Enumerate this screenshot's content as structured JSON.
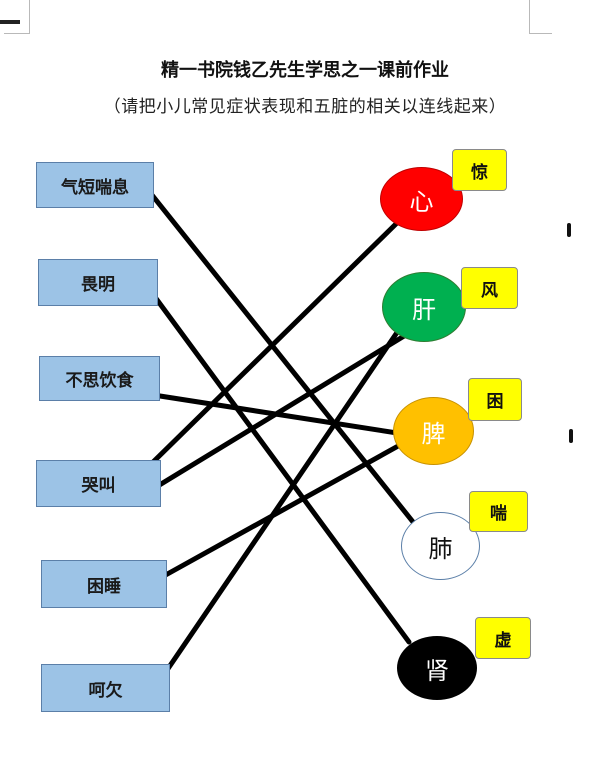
{
  "title": "精一书院钱乙先生学思之一课前作业",
  "subtitle": "（请把小儿常见症状表现和五脏的相关以连线起来）",
  "symptoms": [
    {
      "label": "气短喘息"
    },
    {
      "label": "畏明"
    },
    {
      "label": "不思饮食"
    },
    {
      "label": "哭叫"
    },
    {
      "label": "困睡"
    },
    {
      "label": "呵欠"
    }
  ],
  "organs": [
    {
      "label": "心",
      "color": "#ff0000",
      "text_color": "#ffffff",
      "tag": "惊"
    },
    {
      "label": "肝",
      "color": "#00b050",
      "text_color": "#ffffff",
      "tag": "风"
    },
    {
      "label": "脾",
      "color": "#ffc000",
      "text_color": "#ffffff",
      "tag": "困"
    },
    {
      "label": "肺",
      "color": "#ffffff",
      "text_color": "#111111",
      "tag": "喘"
    },
    {
      "label": "肾",
      "color": "#000000",
      "text_color": "#ffffff",
      "tag": "虚"
    }
  ],
  "connections": [
    {
      "symptom": "气短喘息",
      "organ": "肺"
    },
    {
      "symptom": "畏明",
      "organ": "肾"
    },
    {
      "symptom": "不思饮食",
      "organ": "脾"
    },
    {
      "symptom": "哭叫",
      "organ": "心"
    },
    {
      "symptom": "哭叫",
      "organ": "肝"
    },
    {
      "symptom": "困睡",
      "organ": "脾"
    },
    {
      "symptom": "呵欠",
      "organ": "肝"
    }
  ]
}
